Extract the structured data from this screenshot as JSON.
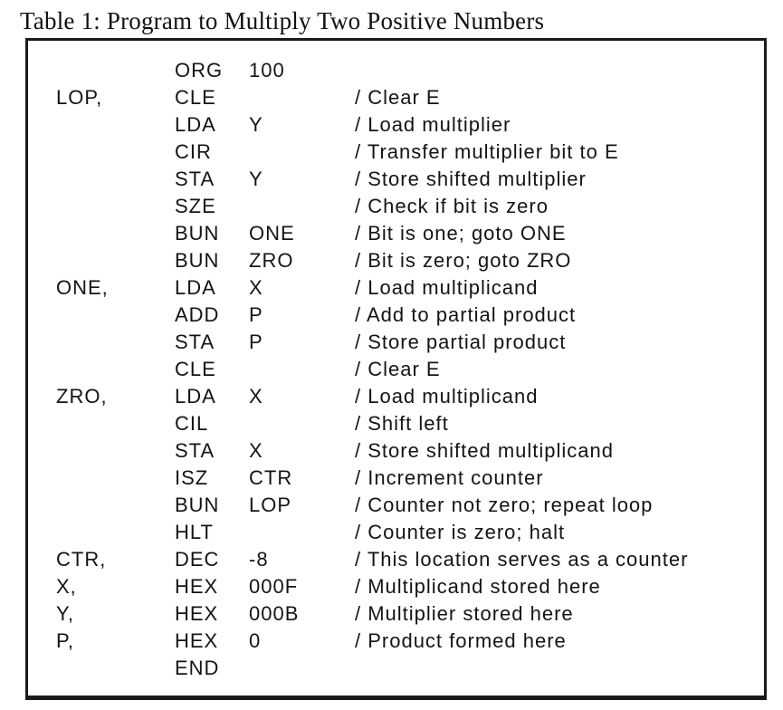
{
  "page": {
    "title": "Table 1: Program to Multiply Two Positive Numbers"
  },
  "colors": {
    "background": "#ffffff",
    "text": "#141414",
    "border": "#1a1a1a"
  },
  "program": {
    "rows": [
      {
        "label": "",
        "opcode": "ORG",
        "operand": "100",
        "comment": ""
      },
      {
        "label": "LOP,",
        "opcode": "CLE",
        "operand": "",
        "comment": "/ Clear E"
      },
      {
        "label": "",
        "opcode": "LDA",
        "operand": "Y",
        "comment": "/ Load multiplier"
      },
      {
        "label": "",
        "opcode": "CIR",
        "operand": "",
        "comment": "/ Transfer multiplier bit to E"
      },
      {
        "label": "",
        "opcode": "STA",
        "operand": "Y",
        "comment": "/ Store shifted multiplier"
      },
      {
        "label": "",
        "opcode": "SZE",
        "operand": "",
        "comment": "/ Check if bit is zero"
      },
      {
        "label": "",
        "opcode": "BUN",
        "operand": "ONE",
        "comment": "/ Bit is one; goto ONE"
      },
      {
        "label": "",
        "opcode": "BUN",
        "operand": "ZRO",
        "comment": "/ Bit is zero; goto ZRO"
      },
      {
        "label": "ONE,",
        "opcode": "LDA",
        "operand": "X",
        "comment": "/ Load multiplicand"
      },
      {
        "label": "",
        "opcode": "ADD",
        "operand": "P",
        "comment": "/ Add to partial product"
      },
      {
        "label": "",
        "opcode": "STA",
        "operand": "P",
        "comment": "/ Store partial product"
      },
      {
        "label": "",
        "opcode": "CLE",
        "operand": "",
        "comment": "/ Clear E"
      },
      {
        "label": "ZRO,",
        "opcode": "LDA",
        "operand": "X",
        "comment": "/ Load multiplicand"
      },
      {
        "label": "",
        "opcode": "CIL",
        "operand": "",
        "comment": "/ Shift left"
      },
      {
        "label": "",
        "opcode": "STA",
        "operand": "X",
        "comment": "/ Store shifted multiplicand"
      },
      {
        "label": "",
        "opcode": "ISZ",
        "operand": "CTR",
        "comment": "/ Increment counter"
      },
      {
        "label": "",
        "opcode": "BUN",
        "operand": "LOP",
        "comment": "/ Counter not zero; repeat loop"
      },
      {
        "label": "",
        "opcode": "HLT",
        "operand": "",
        "comment": "/ Counter is zero; halt"
      },
      {
        "label": "CTR,",
        "opcode": "DEC",
        "operand": "-8",
        "comment": "/ This location serves as a counter"
      },
      {
        "label": "X,",
        "opcode": "HEX",
        "operand": "000F",
        "comment": "/ Multiplicand stored here"
      },
      {
        "label": "Y,",
        "opcode": "HEX",
        "operand": "000B",
        "comment": "/ Multiplier stored here"
      },
      {
        "label": "P,",
        "opcode": "HEX",
        "operand": "0",
        "comment": "/ Product formed here"
      },
      {
        "label": "",
        "opcode": "END",
        "operand": "",
        "comment": ""
      }
    ]
  }
}
